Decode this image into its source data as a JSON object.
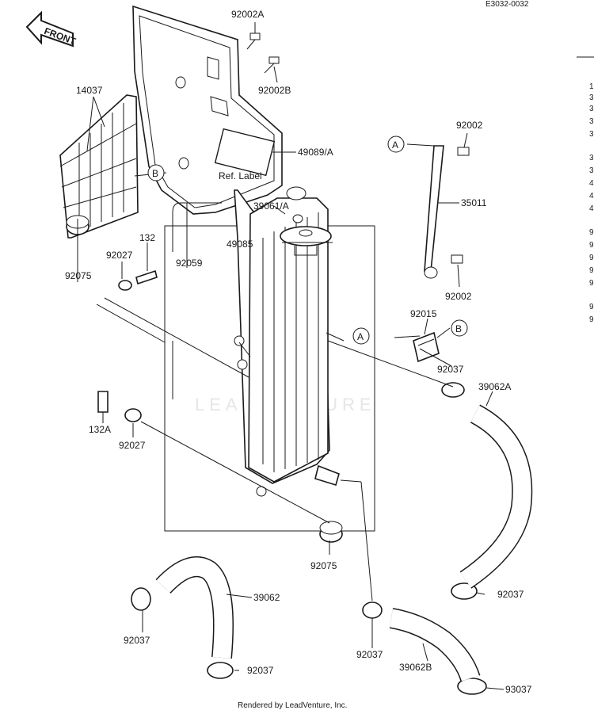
{
  "header": {
    "code": "E3032-0032"
  },
  "watermark": "LEADVENTURE",
  "footer": {
    "credit": "Rendered by LeadVenture, Inc."
  },
  "front_label": "FRONT",
  "ref_label": "Ref. Label",
  "callouts": {
    "a": "A",
    "b": "B"
  },
  "parts": {
    "p92002A": "92002A",
    "p92002B": "92002B",
    "p14037": "14037",
    "p49089A": "49089/A",
    "p39061A": "39061/A",
    "p92002_top": "92002",
    "p35011": "35011",
    "p92002_bot": "92002",
    "p49085": "49085",
    "p132": "132",
    "p92027_top": "92027",
    "p92059": "92059",
    "p92075_top": "92075",
    "p92015": "92015",
    "p92037_mid": "92037",
    "p132A": "132A",
    "p92027_bot": "92027",
    "p39062A": "39062A",
    "p92075_bot": "92075",
    "p39062": "39062",
    "p92037_right": "92037",
    "p92037_left": "92037",
    "p92037_bottom": "92037",
    "p92037_center": "92037",
    "p39062B": "39062B",
    "p93037": "93037"
  },
  "side_numbers": [
    "1",
    "3",
    "3",
    "3",
    "3",
    "3",
    "3",
    "4",
    "4",
    "4",
    "9",
    "9",
    "9",
    "9",
    "9",
    "9",
    "9"
  ]
}
